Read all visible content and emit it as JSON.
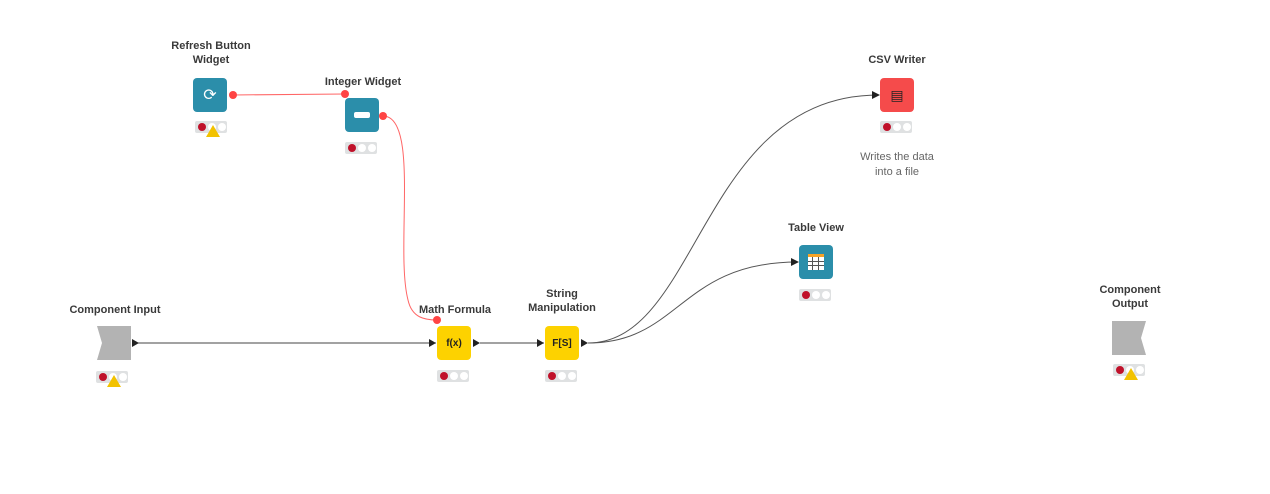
{
  "nodes": {
    "refresh": {
      "label_1": "Refresh Button",
      "label_2": "Widget",
      "color": "#2b8eaa"
    },
    "integer": {
      "label": "Integer Widget",
      "color": "#2b8eaa"
    },
    "component_input": {
      "label": "Component Input",
      "color": "#b3b3b3"
    },
    "math_formula": {
      "label": "Math Formula",
      "glyph": "f(x)",
      "color": "#fdd200"
    },
    "string_manipulation": {
      "label_1": "String",
      "label_2": "Manipulation",
      "glyph": "F[S]",
      "color": "#fdd200"
    },
    "csv_writer": {
      "label": "CSV Writer",
      "annotation_1": "Writes the data",
      "annotation_2": "into a file",
      "color": "#f54b4b"
    },
    "table_view": {
      "label": "Table View",
      "color": "#2b8eaa"
    },
    "component_output": {
      "label_1": "Component",
      "label_2": "Output",
      "color": "#b3b3b3"
    }
  }
}
